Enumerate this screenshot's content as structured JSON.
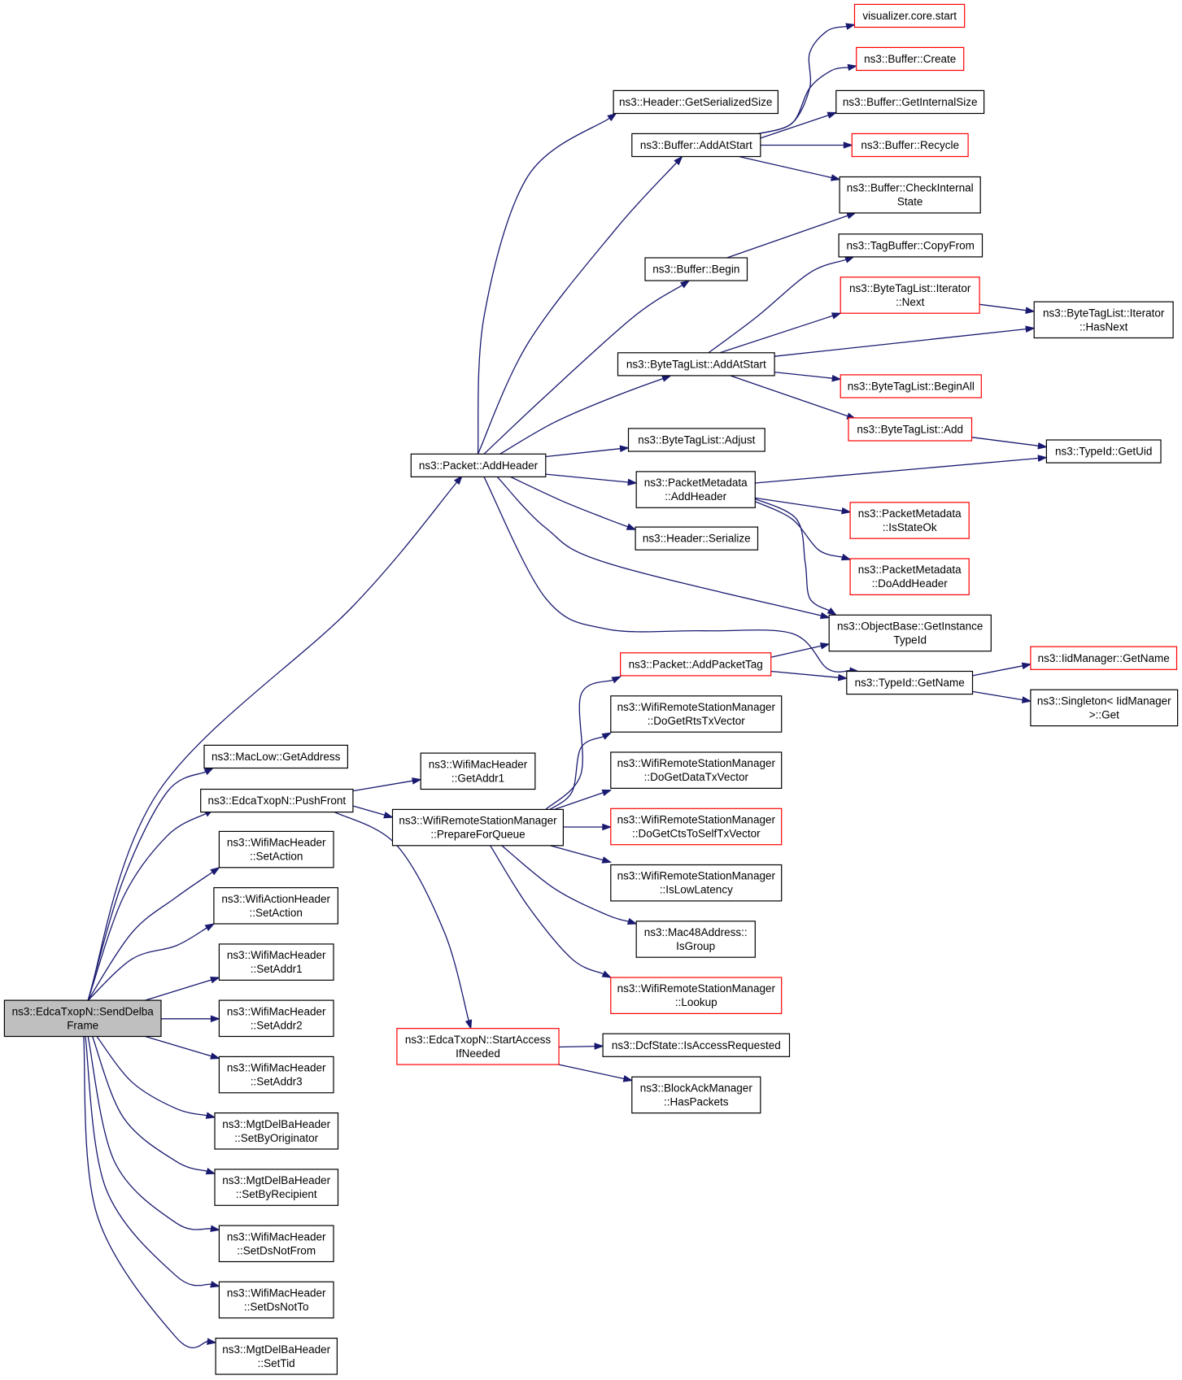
{
  "colors": {
    "edge": "#191970",
    "node_border": "#000000",
    "node_border_external": "#ff0000",
    "root_fill": "#bfbfbf"
  },
  "nodes": {
    "send_delba": {
      "lines": [
        "ns3::EdcaTxopN::SendDelba",
        "Frame"
      ],
      "style": "root"
    },
    "add_header": {
      "lines": [
        "ns3::Packet::AddHeader"
      ]
    },
    "mac_low_get_address": {
      "lines": [
        "ns3::MacLow::GetAddress"
      ]
    },
    "push_front": {
      "lines": [
        "ns3::EdcaTxopN::PushFront"
      ]
    },
    "wifi_mac_set_action": {
      "lines": [
        "ns3::WifiMacHeader",
        "::SetAction"
      ]
    },
    "wifi_action_set_action": {
      "lines": [
        "ns3::WifiActionHeader",
        "::SetAction"
      ]
    },
    "set_addr1": {
      "lines": [
        "ns3::WifiMacHeader",
        "::SetAddr1"
      ]
    },
    "set_addr2": {
      "lines": [
        "ns3::WifiMacHeader",
        "::SetAddr2"
      ]
    },
    "set_addr3": {
      "lines": [
        "ns3::WifiMacHeader",
        "::SetAddr3"
      ]
    },
    "set_by_originator": {
      "lines": [
        "ns3::MgtDelBaHeader",
        "::SetByOriginator"
      ]
    },
    "set_by_recipient": {
      "lines": [
        "ns3::MgtDelBaHeader",
        "::SetByRecipient"
      ]
    },
    "set_ds_not_from": {
      "lines": [
        "ns3::WifiMacHeader",
        "::SetDsNotFrom"
      ]
    },
    "set_ds_not_to": {
      "lines": [
        "ns3::WifiMacHeader",
        "::SetDsNotTo"
      ]
    },
    "set_tid": {
      "lines": [
        "ns3::MgtDelBaHeader",
        "::SetTid"
      ]
    },
    "get_serialized_size": {
      "lines": [
        "ns3::Header::GetSerializedSize"
      ]
    },
    "buffer_add_at_start": {
      "lines": [
        "ns3::Buffer::AddAtStart"
      ]
    },
    "buffer_begin": {
      "lines": [
        "ns3::Buffer::Begin"
      ]
    },
    "bytetaglist_add_at_start": {
      "lines": [
        "ns3::ByteTagList::AddAtStart"
      ]
    },
    "bytetaglist_adjust": {
      "lines": [
        "ns3::ByteTagList::Adjust"
      ]
    },
    "packet_metadata_add_header": {
      "lines": [
        "ns3::PacketMetadata",
        "::AddHeader"
      ]
    },
    "header_serialize": {
      "lines": [
        "ns3::Header::Serialize"
      ]
    },
    "visualizer_start": {
      "lines": [
        "visualizer.core.start"
      ],
      "style": "red"
    },
    "buffer_create": {
      "lines": [
        "ns3::Buffer::Create"
      ],
      "style": "red"
    },
    "buffer_get_internal_size": {
      "lines": [
        "ns3::Buffer::GetInternalSize"
      ]
    },
    "buffer_recycle": {
      "lines": [
        "ns3::Buffer::Recycle"
      ],
      "style": "red"
    },
    "buffer_check_internal_state": {
      "lines": [
        "ns3::Buffer::CheckInternal",
        "State"
      ]
    },
    "tagbuffer_copy_from": {
      "lines": [
        "ns3::TagBuffer::CopyFrom"
      ]
    },
    "iterator_next": {
      "lines": [
        "ns3::ByteTagList::Iterator",
        "::Next"
      ],
      "style": "red"
    },
    "iterator_has_next": {
      "lines": [
        "ns3::ByteTagList::Iterator",
        "::HasNext"
      ]
    },
    "bytetaglist_begin_all": {
      "lines": [
        "ns3::ByteTagList::BeginAll"
      ],
      "style": "red"
    },
    "bytetaglist_add": {
      "lines": [
        "ns3::ByteTagList::Add"
      ],
      "style": "red"
    },
    "typeid_get_uid": {
      "lines": [
        "ns3::TypeId::GetUid"
      ]
    },
    "packet_metadata_is_state_ok": {
      "lines": [
        "ns3::PacketMetadata",
        "::IsStateOk"
      ],
      "style": "red"
    },
    "packet_metadata_do_add_header": {
      "lines": [
        "ns3::PacketMetadata",
        "::DoAddHeader"
      ],
      "style": "red"
    },
    "object_base_get_instance_typeid": {
      "lines": [
        "ns3::ObjectBase::GetInstance",
        "TypeId"
      ]
    },
    "packet_add_packet_tag": {
      "lines": [
        "ns3::Packet::AddPacketTag"
      ],
      "style": "red"
    },
    "typeid_get_name": {
      "lines": [
        "ns3::TypeId::GetName"
      ]
    },
    "iidmanager_get_name": {
      "lines": [
        "ns3::IidManager::GetName"
      ],
      "style": "red"
    },
    "singleton_get": {
      "lines": [
        "ns3::Singleton< IidManager",
        ">::Get"
      ]
    },
    "wifi_mac_get_addr1": {
      "lines": [
        "ns3::WifiMacHeader",
        "::GetAddr1"
      ]
    },
    "prepare_for_queue": {
      "lines": [
        "ns3::WifiRemoteStationManager",
        "::PrepareForQueue"
      ]
    },
    "start_access_if_needed": {
      "lines": [
        "ns3::EdcaTxopN::StartAccess",
        "IfNeeded"
      ],
      "style": "red"
    },
    "do_get_rts_tx_vector": {
      "lines": [
        "ns3::WifiRemoteStationManager",
        "::DoGetRtsTxVector"
      ]
    },
    "do_get_data_tx_vector": {
      "lines": [
        "ns3::WifiRemoteStationManager",
        "::DoGetDataTxVector"
      ]
    },
    "do_get_cts_to_self_tx_vector": {
      "lines": [
        "ns3::WifiRemoteStationManager",
        "::DoGetCtsToSelfTxVector"
      ],
      "style": "red"
    },
    "is_low_latency": {
      "lines": [
        "ns3::WifiRemoteStationManager",
        "::IsLowLatency"
      ]
    },
    "mac48_is_group": {
      "lines": [
        "ns3::Mac48Address::",
        "IsGroup"
      ]
    },
    "station_lookup": {
      "lines": [
        "ns3::WifiRemoteStationManager",
        "::Lookup"
      ],
      "style": "red"
    },
    "dcfstate_is_access_requested": {
      "lines": [
        "ns3::DcfState::IsAccessRequested"
      ]
    },
    "blockack_has_packets": {
      "lines": [
        "ns3::BlockAckManager",
        "::HasPackets"
      ]
    }
  },
  "edges": [
    [
      "send_delba",
      "add_header"
    ],
    [
      "send_delba",
      "mac_low_get_address"
    ],
    [
      "send_delba",
      "push_front"
    ],
    [
      "send_delba",
      "wifi_mac_set_action"
    ],
    [
      "send_delba",
      "wifi_action_set_action"
    ],
    [
      "send_delba",
      "set_addr1"
    ],
    [
      "send_delba",
      "set_addr2"
    ],
    [
      "send_delba",
      "set_addr3"
    ],
    [
      "send_delba",
      "set_by_originator"
    ],
    [
      "send_delba",
      "set_by_recipient"
    ],
    [
      "send_delba",
      "set_ds_not_from"
    ],
    [
      "send_delba",
      "set_ds_not_to"
    ],
    [
      "send_delba",
      "set_tid"
    ],
    [
      "add_header",
      "get_serialized_size"
    ],
    [
      "add_header",
      "buffer_add_at_start"
    ],
    [
      "add_header",
      "buffer_begin"
    ],
    [
      "add_header",
      "bytetaglist_add_at_start"
    ],
    [
      "add_header",
      "bytetaglist_adjust"
    ],
    [
      "add_header",
      "packet_metadata_add_header"
    ],
    [
      "add_header",
      "header_serialize"
    ],
    [
      "add_header",
      "object_base_get_instance_typeid"
    ],
    [
      "add_header",
      "typeid_get_name"
    ],
    [
      "buffer_add_at_start",
      "visualizer_start"
    ],
    [
      "buffer_add_at_start",
      "buffer_create"
    ],
    [
      "buffer_add_at_start",
      "buffer_get_internal_size"
    ],
    [
      "buffer_add_at_start",
      "buffer_recycle"
    ],
    [
      "buffer_add_at_start",
      "buffer_check_internal_state"
    ],
    [
      "buffer_begin",
      "buffer_check_internal_state"
    ],
    [
      "bytetaglist_add_at_start",
      "tagbuffer_copy_from"
    ],
    [
      "bytetaglist_add_at_start",
      "iterator_next"
    ],
    [
      "bytetaglist_add_at_start",
      "iterator_has_next"
    ],
    [
      "bytetaglist_add_at_start",
      "bytetaglist_begin_all"
    ],
    [
      "bytetaglist_add_at_start",
      "bytetaglist_add"
    ],
    [
      "iterator_next",
      "iterator_has_next"
    ],
    [
      "bytetaglist_add",
      "typeid_get_uid"
    ],
    [
      "packet_metadata_add_header",
      "typeid_get_uid"
    ],
    [
      "packet_metadata_add_header",
      "packet_metadata_is_state_ok"
    ],
    [
      "packet_metadata_add_header",
      "packet_metadata_do_add_header"
    ],
    [
      "packet_metadata_add_header",
      "object_base_get_instance_typeid"
    ],
    [
      "push_front",
      "wifi_mac_get_addr1"
    ],
    [
      "push_front",
      "prepare_for_queue"
    ],
    [
      "push_front",
      "start_access_if_needed"
    ],
    [
      "prepare_for_queue",
      "packet_add_packet_tag"
    ],
    [
      "prepare_for_queue",
      "do_get_rts_tx_vector"
    ],
    [
      "prepare_for_queue",
      "do_get_data_tx_vector"
    ],
    [
      "prepare_for_queue",
      "do_get_cts_to_self_tx_vector"
    ],
    [
      "prepare_for_queue",
      "is_low_latency"
    ],
    [
      "prepare_for_queue",
      "mac48_is_group"
    ],
    [
      "prepare_for_queue",
      "station_lookup"
    ],
    [
      "packet_add_packet_tag",
      "object_base_get_instance_typeid"
    ],
    [
      "packet_add_packet_tag",
      "typeid_get_name"
    ],
    [
      "typeid_get_name",
      "iidmanager_get_name"
    ],
    [
      "typeid_get_name",
      "singleton_get"
    ],
    [
      "start_access_if_needed",
      "dcfstate_is_access_requested"
    ],
    [
      "start_access_if_needed",
      "blockack_has_packets"
    ]
  ]
}
